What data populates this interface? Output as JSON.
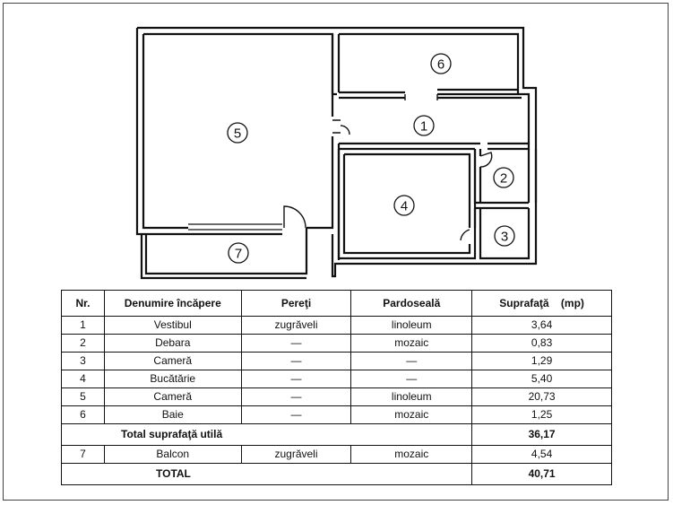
{
  "plan": {
    "rooms": [
      {
        "num": "1"
      },
      {
        "num": "2"
      },
      {
        "num": "3"
      },
      {
        "num": "4"
      },
      {
        "num": "5"
      },
      {
        "num": "6"
      },
      {
        "num": "7"
      }
    ]
  },
  "table": {
    "headers": {
      "nr": "Nr.",
      "name": "Denumire încăpere",
      "walls": "Pereţi",
      "floor": "Pardoseală",
      "area": "Suprafaţă    (mp)"
    },
    "rows": [
      {
        "nr": "1",
        "name": "Vestibul",
        "walls": "zugrăveli",
        "floor": "linoleum",
        "area": "3,64"
      },
      {
        "nr": "2",
        "name": "Debara",
        "walls": "—",
        "floor": "mozaic",
        "area": "0,83"
      },
      {
        "nr": "3",
        "name": "Cameră",
        "walls": "—",
        "floor": "—",
        "area": "1,29"
      },
      {
        "nr": "4",
        "name": "Bucătărie",
        "walls": "—",
        "floor": "—",
        "area": "5,40"
      },
      {
        "nr": "5",
        "name": "Cameră",
        "walls": "—",
        "floor": "linoleum",
        "area": "20,73"
      },
      {
        "nr": "6",
        "name": "Baie",
        "walls": "—",
        "floor": "mozaic",
        "area": "1,25"
      }
    ],
    "useful_total": {
      "label": "Total suprafaţă utilă",
      "area": "36,17"
    },
    "balcony": {
      "nr": "7",
      "name": "Balcon",
      "walls": "zugrăveli",
      "floor": "mozaic",
      "area": "4,54"
    },
    "total": {
      "label": "TOTAL",
      "area": "40,71"
    }
  }
}
